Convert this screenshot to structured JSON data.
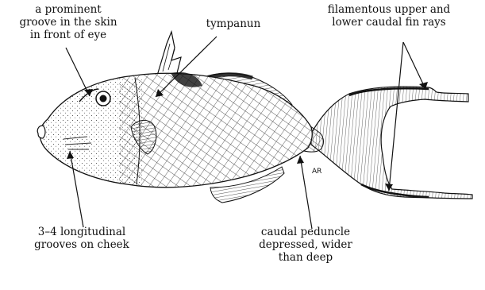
{
  "labels": {
    "groove": [
      "a prominent",
      "groove in the skin",
      "in front of eye"
    ],
    "tympanum": [
      "tympanun"
    ],
    "filaments": [
      "filamentous upper and",
      "lower caudal fin rays"
    ],
    "cheek": [
      "3–4 longitudinal",
      "grooves on cheek"
    ],
    "peduncle": [
      "caudal peduncle",
      "depressed, wider",
      "than deep"
    ]
  },
  "artist_mark": "AR",
  "colors": {
    "ink": "#111111",
    "background": "#ffffff"
  }
}
